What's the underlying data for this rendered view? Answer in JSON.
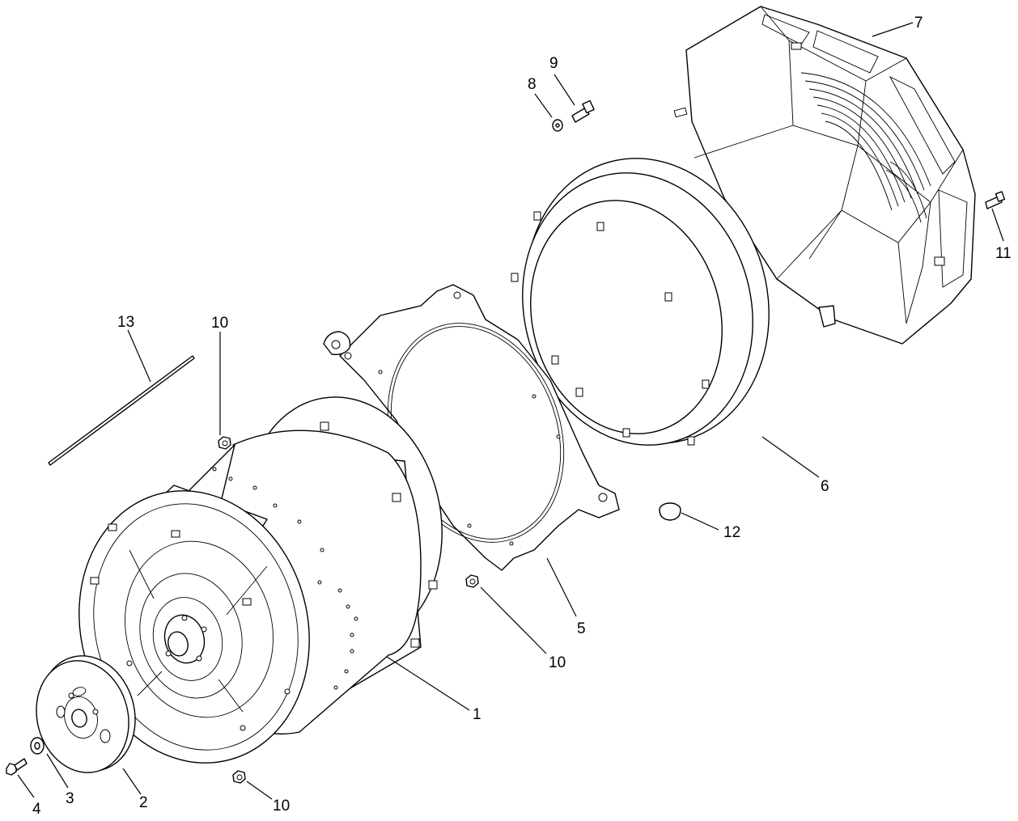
{
  "callouts": [
    {
      "id": "c1",
      "text": "1"
    },
    {
      "id": "c2",
      "text": "2"
    },
    {
      "id": "c3",
      "text": "3"
    },
    {
      "id": "c4",
      "text": "4"
    },
    {
      "id": "c5",
      "text": "5"
    },
    {
      "id": "c6",
      "text": "6"
    },
    {
      "id": "c7",
      "text": "7"
    },
    {
      "id": "c8",
      "text": "8"
    },
    {
      "id": "c9",
      "text": "9"
    },
    {
      "id": "c10a",
      "text": "10"
    },
    {
      "id": "c10b",
      "text": "10"
    },
    {
      "id": "c10c",
      "text": "10"
    },
    {
      "id": "c11",
      "text": "11"
    },
    {
      "id": "c12",
      "text": "12"
    },
    {
      "id": "c13",
      "text": "13"
    }
  ],
  "colors": {
    "line": "#000000",
    "background": "#ffffff"
  }
}
